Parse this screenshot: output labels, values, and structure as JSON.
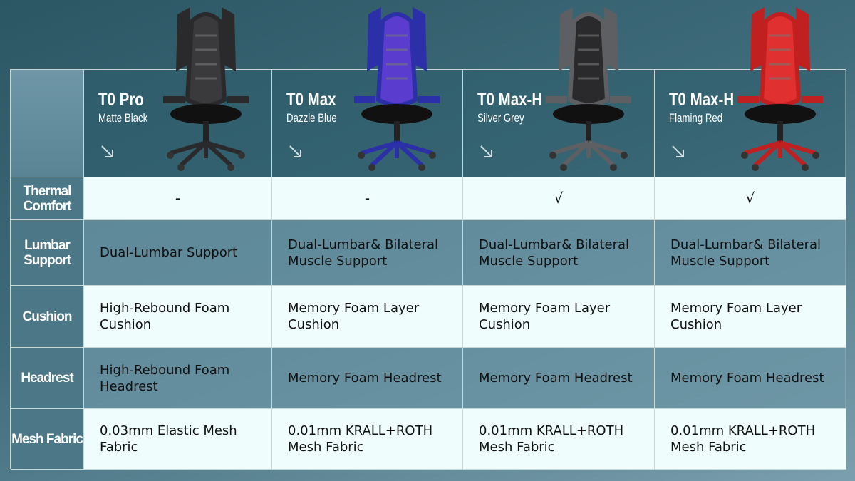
{
  "products": [
    {
      "name": "T0 Pro",
      "color_name": "Matte Black",
      "chair_color": "#2a2a2c",
      "accent": "#3a3a3c"
    },
    {
      "name": "T0 Max",
      "color_name": "Dazzle Blue",
      "chair_color": "#2b2fa8",
      "accent": "#5a3ccf"
    },
    {
      "name": "T0 Max-H",
      "color_name": "Silver Grey",
      "chair_color": "#5d5f63",
      "accent": "#2a2a2c"
    },
    {
      "name": "T0 Max-H",
      "color_name": "Flaming Red",
      "chair_color": "#c0201f",
      "accent": "#e03030"
    }
  ],
  "rows": [
    {
      "label": "Thermal Comfort",
      "style": "light",
      "center": true,
      "values": [
        "-",
        "-",
        "√",
        "√"
      ]
    },
    {
      "label": "Lumbar Support",
      "style": "dark",
      "values": [
        "Dual-Lumbar Support",
        "Dual-Lumbar& Bilateral Muscle Support",
        "Dual-Lumbar& Bilateral Muscle Support",
        "Dual-Lumbar& Bilateral Muscle Support"
      ]
    },
    {
      "label": "Cushion",
      "style": "light",
      "values": [
        "High-Rebound Foam Cushion",
        "Memory Foam Layer Cushion",
        "Memory Foam Layer Cushion",
        "Memory Foam Layer Cushion"
      ]
    },
    {
      "label": "Headrest",
      "style": "dark",
      "values": [
        "High-Rebound Foam Headrest",
        "Memory Foam Headrest",
        "Memory Foam Headrest",
        "Memory Foam Headrest"
      ]
    },
    {
      "label": "Mesh Fabric",
      "style": "light",
      "values": [
        "0.03mm Elastic Mesh Fabric",
        "0.01mm KRALL+ROTH Mesh Fabric",
        "0.01mm KRALL+ROTH Mesh Fabric",
        "0.01mm KRALL+ROTH Mesh Fabric"
      ]
    }
  ]
}
